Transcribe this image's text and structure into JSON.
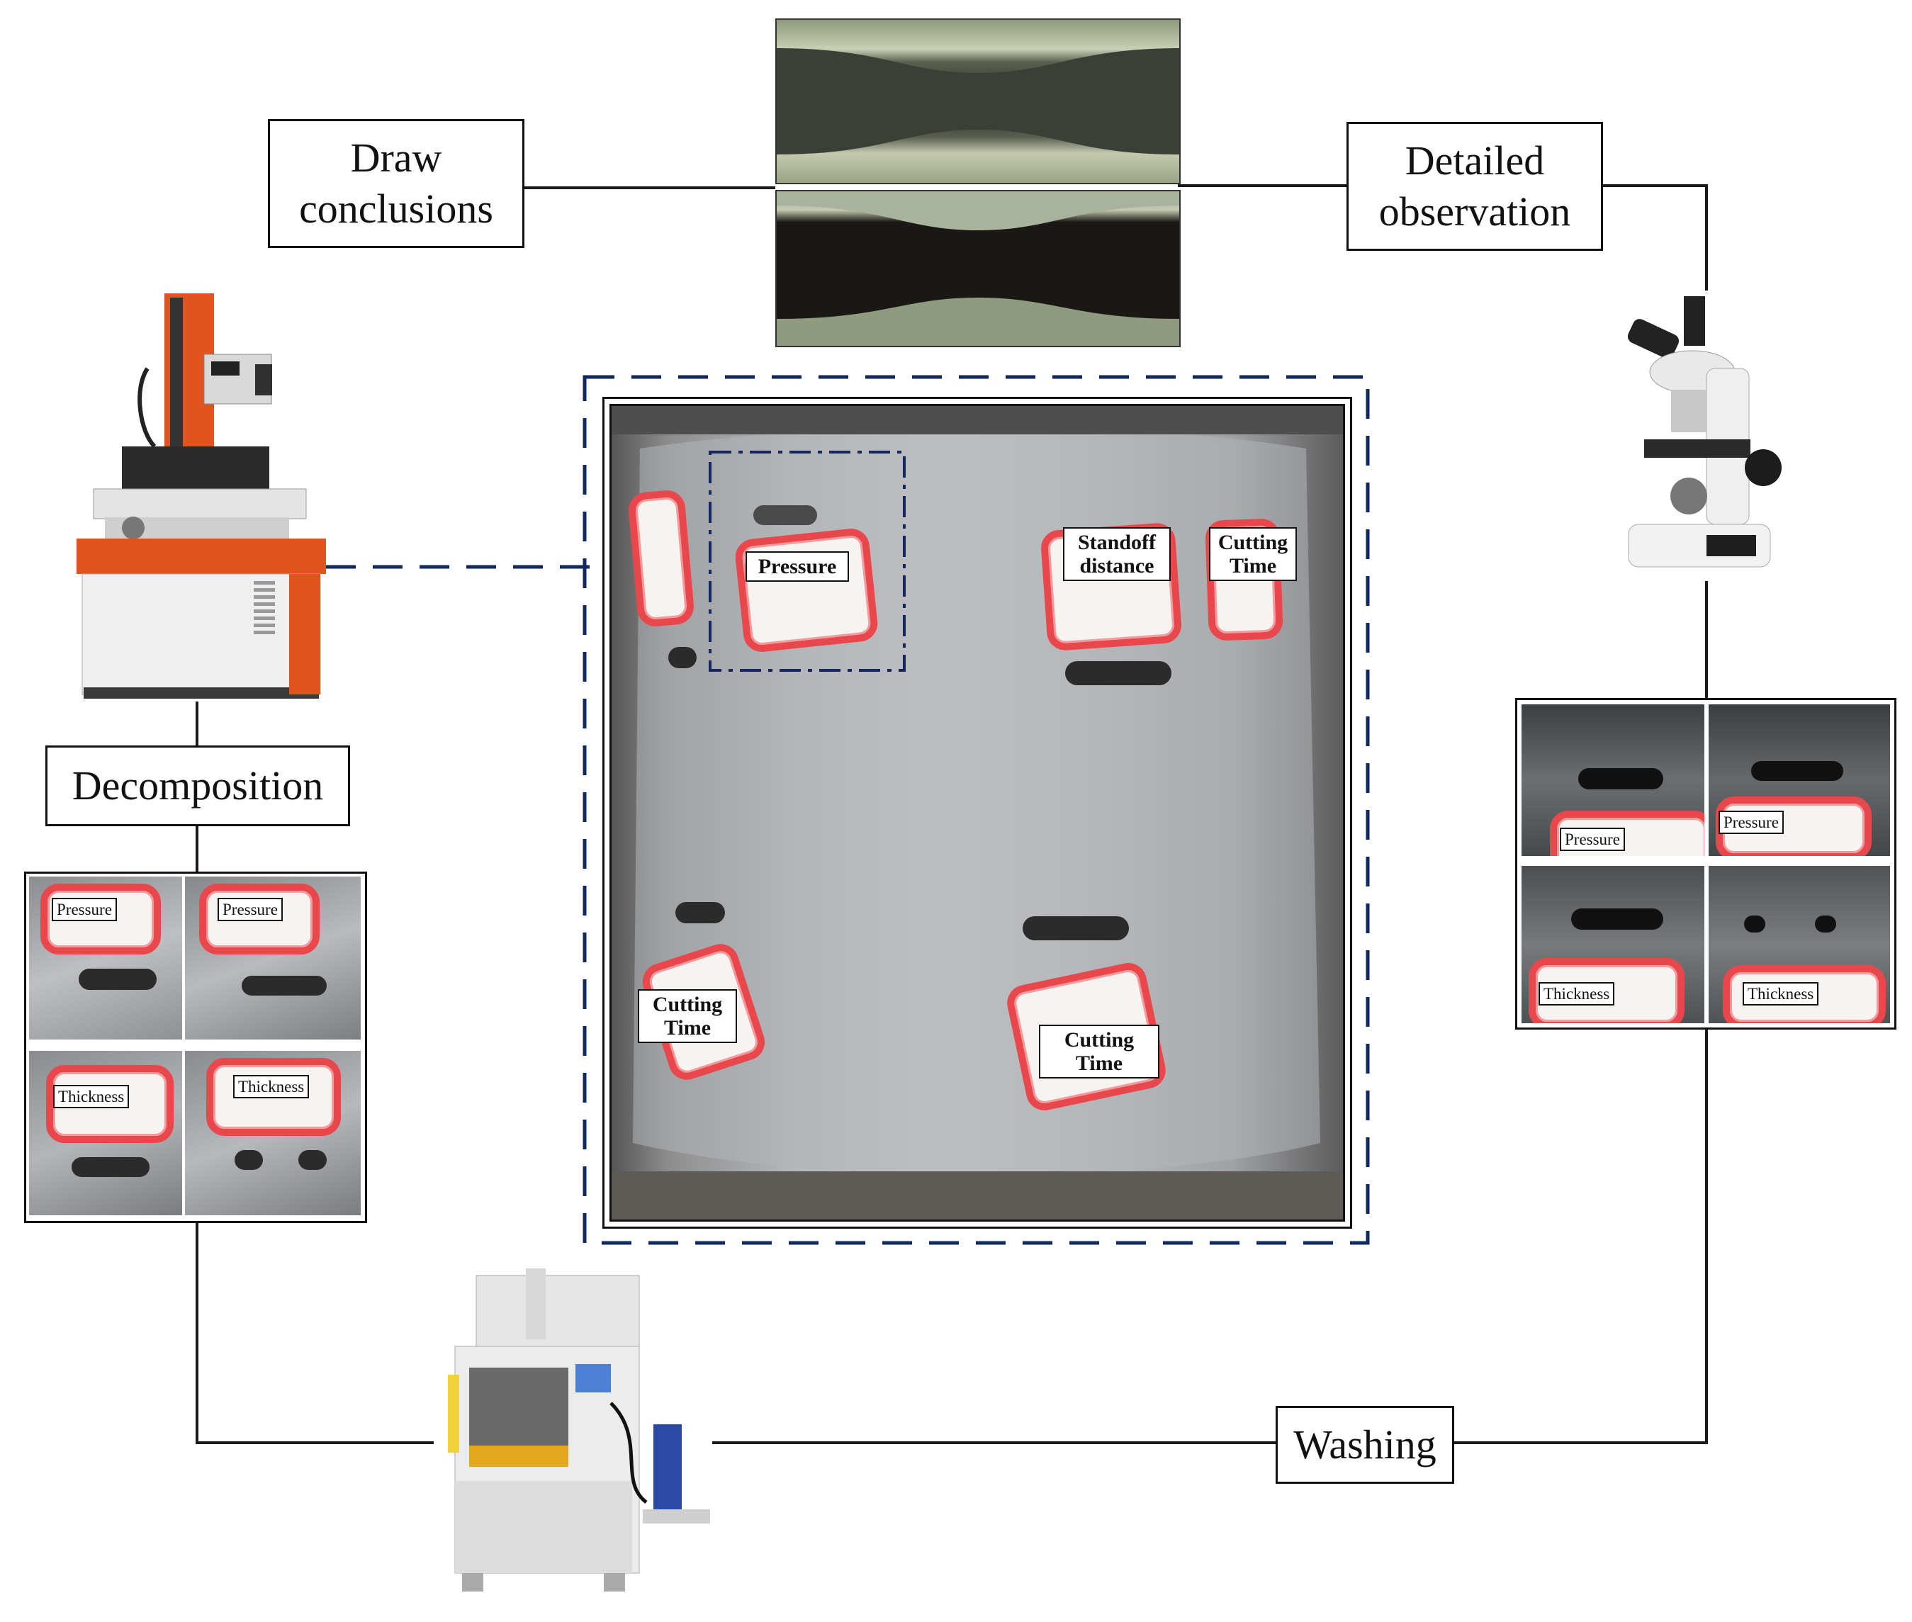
{
  "flow_labels": {
    "draw_conclusions": [
      "Draw",
      "conclusions"
    ],
    "detailed_observation": [
      "Detailed",
      "observation"
    ],
    "decomposition": "Decomposition",
    "washing": "Washing"
  },
  "central_photo_tags": {
    "pressure": "Pressure",
    "standoff_distance": [
      "Standoff",
      "distance"
    ],
    "cutting_time_top": [
      "Cutting",
      "Time"
    ],
    "cutting_time_left": [
      "Cutting",
      "Time"
    ],
    "cutting_time_bottom": [
      "Cutting",
      "Time"
    ]
  },
  "left_samples_tags": {
    "top_left": "Pressure",
    "top_right": "Pressure",
    "bottom_left": "Thickness",
    "bottom_right": "Thickness"
  },
  "right_samples_tags": {
    "top_left": "Pressure",
    "top_right": "Pressure",
    "bottom_left": "Thickness",
    "bottom_right": "Thickness"
  },
  "colors": {
    "connector_line": "#1a1a1a",
    "dashed_frame": "#12275e",
    "sticker_red": "#e8474c",
    "edm_orange": "#e2541f"
  },
  "icons": [
    "edm-machine-icon",
    "microscope-icon",
    "washing-machine-icon"
  ]
}
